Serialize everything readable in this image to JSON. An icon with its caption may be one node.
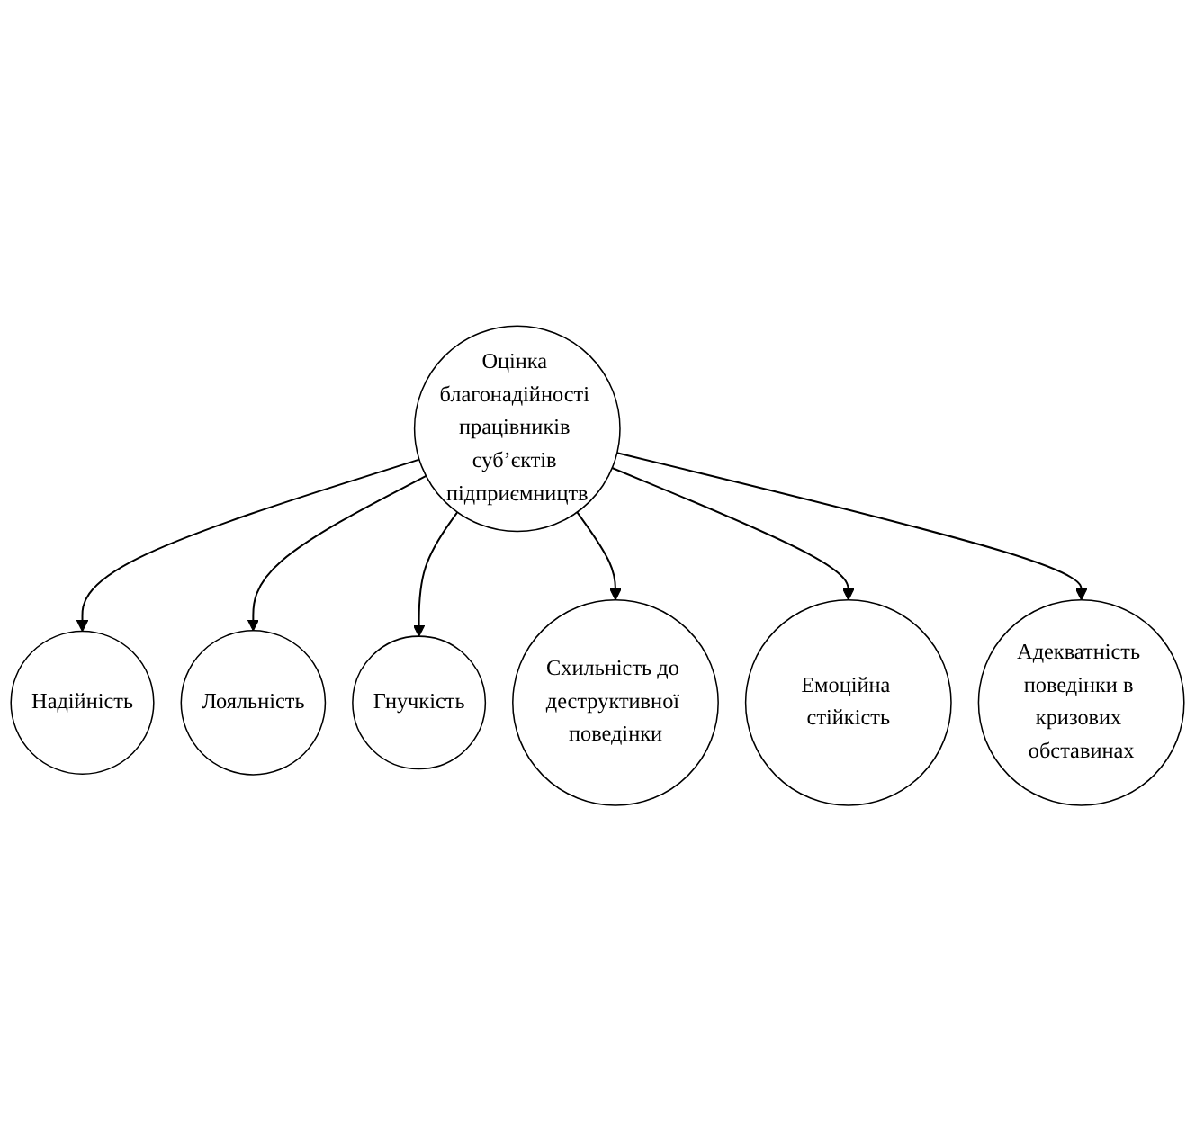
{
  "diagram": {
    "nodes": [
      {
        "text": [
          "Надійність"
        ]
      },
      {
        "text": [
          "Лояльність"
        ]
      },
      {
        "text": [
          "Гнучкість"
        ]
      },
      {
        "text": [
          "Оцінка благонадійності працівників суб’єктів підприємництв"
        ]
      },
      {
        "text": [
          "Схильність до деструктивної поведінки"
        ]
      },
      {
        "text": [
          "Емоційна стійкість"
        ]
      },
      {
        "text": [
          "Адекватність поведінки в кризових обставинах"
        ]
      }
    ],
    "edges": [
      {
        "from": 3,
        "to": 0,
        "arrow": "to"
      },
      {
        "from": 3,
        "to": 1,
        "arrow": "to"
      },
      {
        "from": 3,
        "to": 2,
        "arrow": "to"
      },
      {
        "from": 3,
        "to": 4,
        "arrow": "to"
      },
      {
        "from": 3,
        "to": 5,
        "arrow": "to"
      },
      {
        "from": 3,
        "to": 6,
        "arrow": "to"
      }
    ]
  }
}
